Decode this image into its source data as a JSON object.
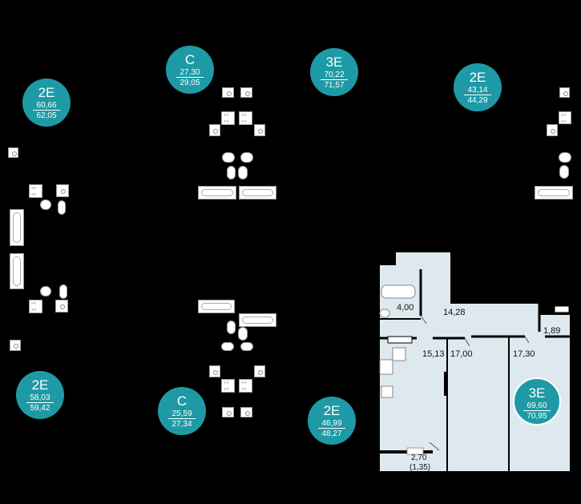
{
  "apartments": [
    {
      "id": "apt-2e-nw",
      "code": "2E",
      "area_living": "60,66",
      "area_total": "62,05",
      "selected": false
    },
    {
      "id": "apt-c-n",
      "code": "C",
      "area_living": "27,30",
      "area_total": "29,05",
      "selected": false
    },
    {
      "id": "apt-3e-n",
      "code": "3E",
      "area_living": "70,22",
      "area_total": "71,57",
      "selected": false
    },
    {
      "id": "apt-2e-ne",
      "code": "2E",
      "area_living": "43,14",
      "area_total": "44,29",
      "selected": false
    },
    {
      "id": "apt-2e-sw",
      "code": "2E",
      "area_living": "58,03",
      "area_total": "59,42",
      "selected": false
    },
    {
      "id": "apt-c-s",
      "code": "C",
      "area_living": "25,59",
      "area_total": "27,34",
      "selected": false
    },
    {
      "id": "apt-2e-s",
      "code": "2E",
      "area_living": "46,99",
      "area_total": "48,27",
      "selected": false
    },
    {
      "id": "apt-3e-se",
      "code": "3E",
      "area_living": "69,60",
      "area_total": "70,95",
      "selected": true
    }
  ],
  "rooms": {
    "bath": "4,00",
    "hall": "14,28",
    "kitchen": "15,13",
    "room1": "17,00",
    "room2": "17,30",
    "wc": "1,89",
    "balcony": "2,70",
    "balcony_reduced": "(1,35)"
  },
  "colors": {
    "background": "#000000",
    "badge": "#1d9aa5",
    "plan_fill": "#dde9ef",
    "wall": "#000000"
  }
}
